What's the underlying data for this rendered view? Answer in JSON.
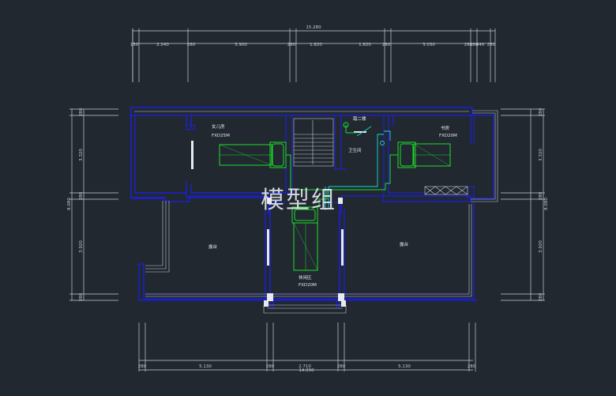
{
  "colors": {
    "background": "#212830",
    "dimension": "#c9ccd1",
    "wall": "#1b1ff0",
    "wall_inner": "#c8cbd2",
    "equipment": "#1edc2a",
    "pipe": "#18d9d6",
    "watermark": "#e9edf3"
  },
  "dimensions": {
    "top_total": "15.280",
    "top_segments": [
      "150",
      "2.240",
      "280",
      "3.900",
      "280",
      "1.820",
      "280",
      "1.820",
      "280",
      "3.030",
      "280",
      "640",
      "280"
    ],
    "bottom_total": "14.090",
    "bottom_segments": [
      "280",
      "5.130",
      "280",
      "2.710",
      "280",
      "5.130",
      "280"
    ],
    "left_total": "8.080",
    "left_segments": [
      "280",
      "3.320",
      "280",
      "3.920",
      "280"
    ],
    "right_total": "8.080",
    "right_segments": [
      "280",
      "3.320",
      "280",
      "3.920",
      "280"
    ]
  },
  "rooms": {
    "daughter_room": "女儿房",
    "daughter_unit": "FXD25M",
    "stair_label": "踏二楼",
    "bathroom": "卫生间",
    "study": "书房",
    "study_unit": "FXD20M",
    "terrace_left": "露台",
    "terrace_right": "露台",
    "lounge": "休闲区",
    "lounge_unit": "FXD20M"
  },
  "watermark": "模型组"
}
